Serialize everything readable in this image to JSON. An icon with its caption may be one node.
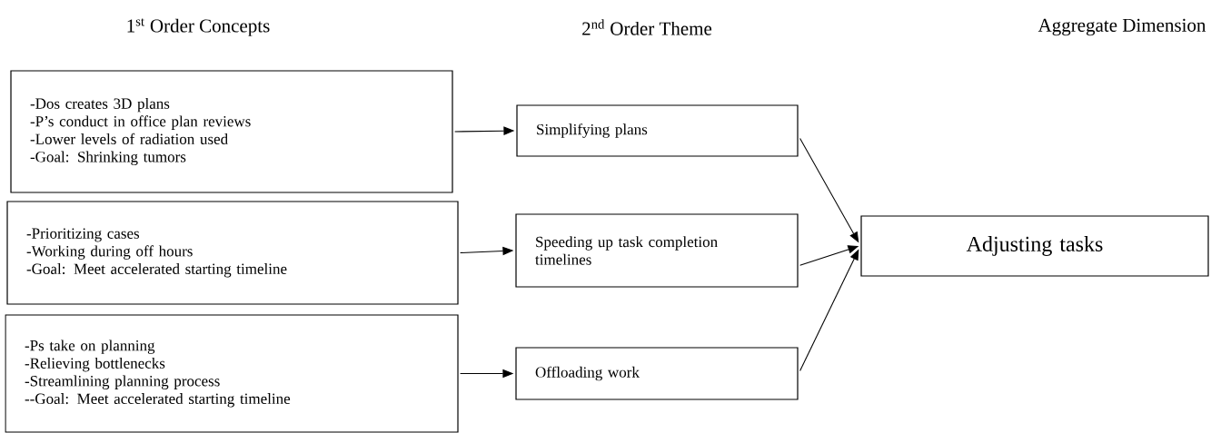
{
  "diagram": {
    "nodes": [
      {
        "text": [
          "-Dos creates 3D plans",
          "-P’s conduct in office plan reviews",
          "-Lower levels of radiation used",
          "-Goal: Shrinking tumors"
        ]
      },
      {
        "text": [
          "-Prioritizing cases",
          "-Working during off hours",
          "-Goal: Meet accelerated starting timeline"
        ]
      },
      {
        "text": [
          "-Ps take on planning",
          "-Relieving bottlenecks",
          "-Streamlining planning process",
          "--Goal: Meet accelerated starting timeline"
        ]
      },
      {
        "text": [
          "Simplifying plans"
        ]
      },
      {
        "text": [
          "Speeding up task completion timelines"
        ]
      },
      {
        "text": [
          "Offloading work"
        ]
      },
      {
        "text": [
          "Adjusting tasks"
        ]
      }
    ],
    "edges": [
      {
        "from": 0,
        "to": 3,
        "arrow": "to"
      },
      {
        "from": 1,
        "to": 4,
        "arrow": "to"
      },
      {
        "from": 2,
        "to": 5,
        "arrow": "to"
      },
      {
        "from": 3,
        "to": 6,
        "arrow": "to"
      },
      {
        "from": 4,
        "to": 6,
        "arrow": "to"
      },
      {
        "from": 5,
        "to": 6,
        "arrow": "to"
      }
    ],
    "labels": [
      "1$^{st}$ Order Concepts",
      "2$^{nd}$ Order Theme",
      "Aggregate Dimension"
    ]
  }
}
